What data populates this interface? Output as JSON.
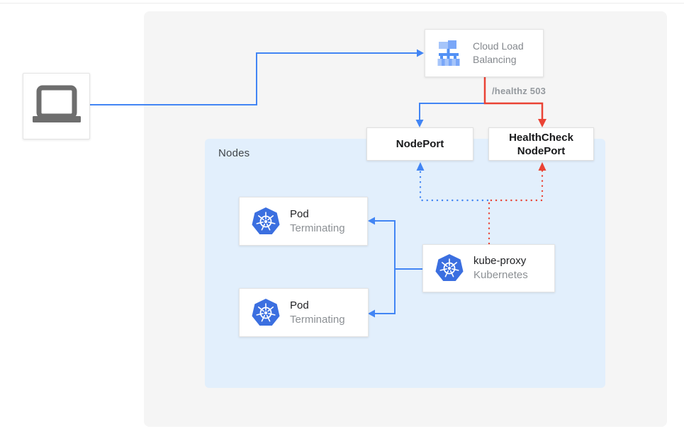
{
  "diagram": {
    "title_hidden": "",
    "nodes": {
      "label": "Nodes"
    },
    "healthz": {
      "label": "/healthz 503"
    },
    "client": {
      "name": "laptop client"
    },
    "cloud_load_balancing": {
      "title": "Cloud Load Balancing"
    },
    "nodeport": {
      "label": "NodePort"
    },
    "healthcheck_nodeport": {
      "label": "HealthCheck NodePort"
    },
    "pods": [
      {
        "title": "Pod",
        "status": "Terminating"
      },
      {
        "title": "Pod",
        "status": "Terminating"
      }
    ],
    "kube_proxy": {
      "title": "kube-proxy",
      "subtitle": "Kubernetes"
    },
    "colors": {
      "traffic_blue": "#4285f4",
      "health_red": "#ea4335",
      "nodes_bg": "#e2effc",
      "panel_bg": "#f5f5f5",
      "k8s_logo_blue": "#3b6fe0"
    }
  }
}
